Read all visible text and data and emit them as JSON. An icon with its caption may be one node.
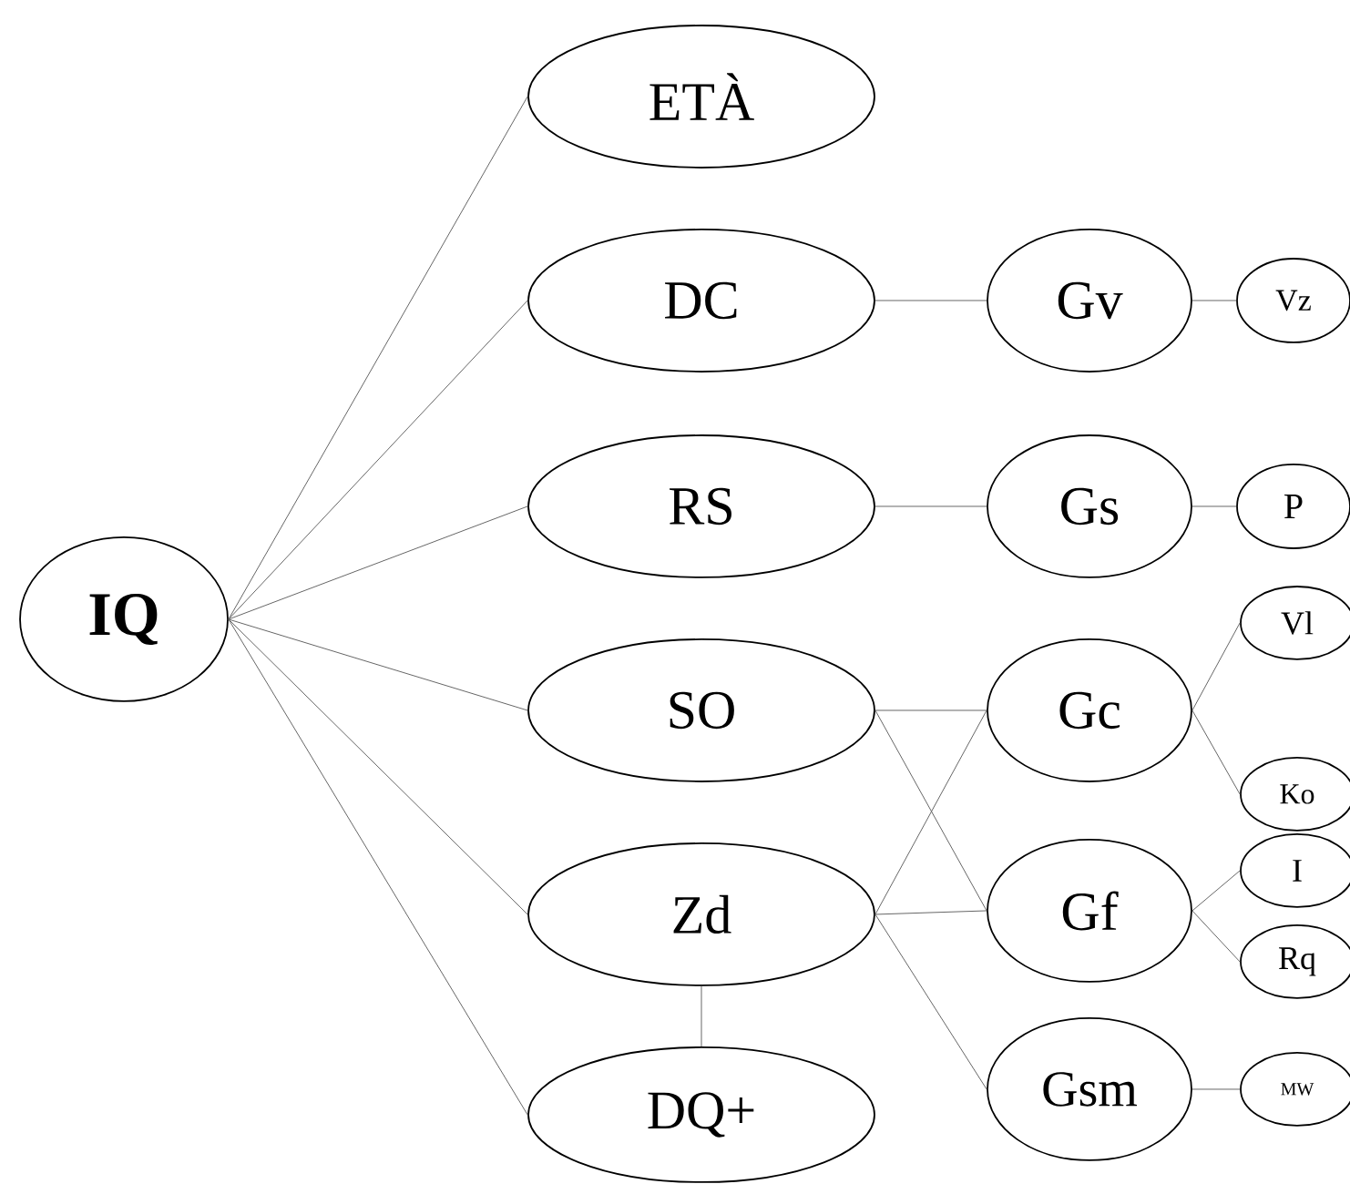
{
  "diagram": {
    "nodes": [
      {
        "text": [
          "IQ"
        ]
      },
      {
        "text": [
          "ETÀ"
        ]
      },
      {
        "text": [
          "DC"
        ]
      },
      {
        "text": [
          "RS"
        ]
      },
      {
        "text": [
          "SO"
        ]
      },
      {
        "text": [
          "Zd"
        ]
      },
      {
        "text": [
          "DQ+"
        ]
      },
      {
        "text": [
          "Gv"
        ]
      },
      {
        "text": [
          "Gs"
        ]
      },
      {
        "text": [
          "Gc"
        ]
      },
      {
        "text": [
          "Gf"
        ]
      },
      {
        "text": [
          "Gsm"
        ]
      },
      {
        "text": [
          "Vz"
        ]
      },
      {
        "text": [
          "P"
        ]
      },
      {
        "text": [
          "Vl"
        ]
      },
      {
        "text": [
          "Ko"
        ]
      },
      {
        "text": [
          "I"
        ]
      },
      {
        "text": [
          "Rq"
        ]
      },
      {
        "text": [
          "MW"
        ]
      }
    ],
    "edges": [
      {
        "from": 0,
        "to": 1,
        "arrow": "none"
      },
      {
        "from": 0,
        "to": 2,
        "arrow": "none"
      },
      {
        "from": 0,
        "to": 3,
        "arrow": "none"
      },
      {
        "from": 0,
        "to": 4,
        "arrow": "none"
      },
      {
        "from": 0,
        "to": 5,
        "arrow": "none"
      },
      {
        "from": 0,
        "to": 6,
        "arrow": "none"
      },
      {
        "from": 2,
        "to": 7,
        "arrow": "none"
      },
      {
        "from": 3,
        "to": 8,
        "arrow": "none"
      },
      {
        "from": 4,
        "to": 9,
        "arrow": "none"
      },
      {
        "from": 4,
        "to": 10,
        "arrow": "none"
      },
      {
        "from": 5,
        "to": 9,
        "arrow": "none"
      },
      {
        "from": 5,
        "to": 10,
        "arrow": "none"
      },
      {
        "from": 5,
        "to": 11,
        "arrow": "none"
      },
      {
        "from": 5,
        "to": 6,
        "arrow": "none"
      },
      {
        "from": 7,
        "to": 12,
        "arrow": "none"
      },
      {
        "from": 8,
        "to": 13,
        "arrow": "none"
      },
      {
        "from": 9,
        "to": 14,
        "arrow": "none"
      },
      {
        "from": 9,
        "to": 15,
        "arrow": "none"
      },
      {
        "from": 10,
        "to": 16,
        "arrow": "none"
      },
      {
        "from": 10,
        "to": 17,
        "arrow": "none"
      },
      {
        "from": 11,
        "to": 18,
        "arrow": "none"
      }
    ]
  }
}
